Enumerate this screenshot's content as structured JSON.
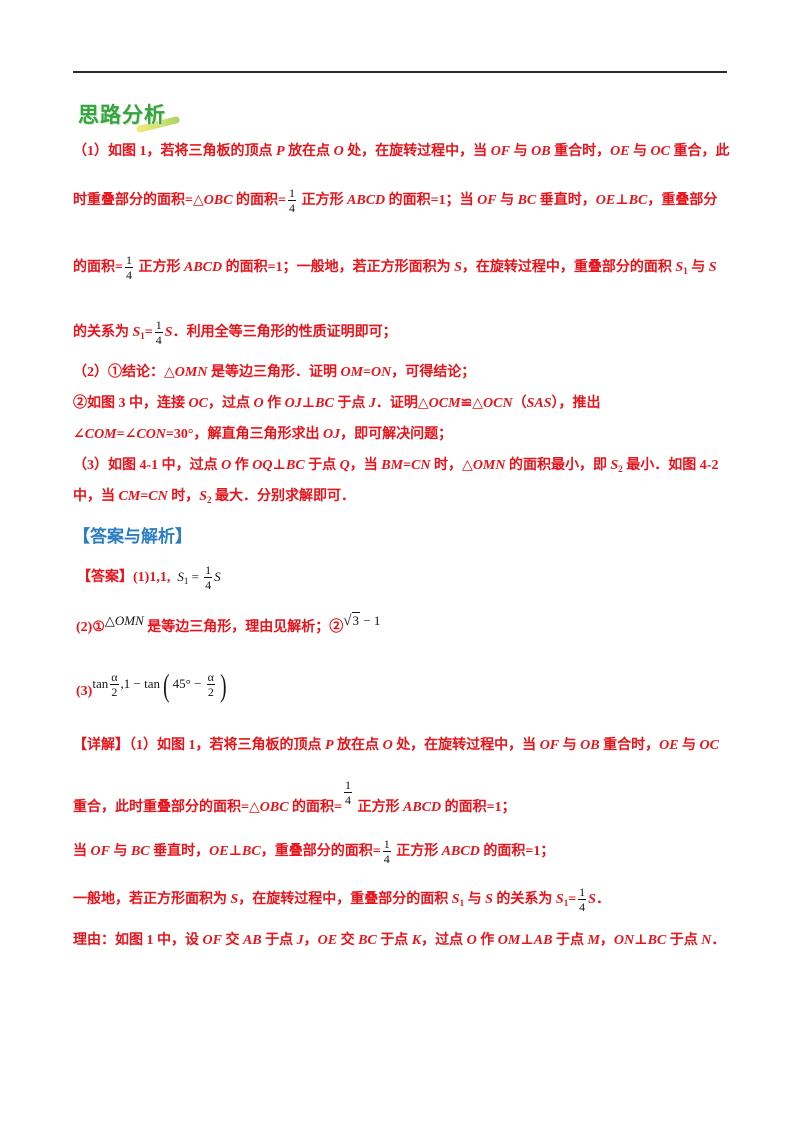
{
  "analysis_badge": "思路分析",
  "colors": {
    "text_red": "#e8141b",
    "heading_blue": "#2a7ec1",
    "badge_green": "#35a246"
  },
  "analysis": {
    "lines": [
      [
        {
          "text": "（1）如图 1，若将三角板的顶点 "
        },
        {
          "italic": "P"
        },
        {
          "text": " 放在点 "
        },
        {
          "italic": "O"
        },
        {
          "text": " 处，在旋转过程中，当 "
        },
        {
          "italic": "OF"
        },
        {
          "text": " 与 "
        },
        {
          "italic": "OB"
        },
        {
          "text": " 重合时，"
        },
        {
          "italic": "OE"
        },
        {
          "text": " 与 "
        },
        {
          "italic": "OC"
        },
        {
          "text": " 重合，此"
        }
      ],
      [
        {
          "text": "时重叠部分的面积=△"
        },
        {
          "italic": "OBC"
        },
        {
          "text": " 的面积="
        },
        {
          "frac": [
            "1",
            "4"
          ]
        },
        {
          "text": " 正方形 "
        },
        {
          "italic": "ABCD"
        },
        {
          "text": " 的面积=1；当 "
        },
        {
          "italic": "OF"
        },
        {
          "text": " 与 "
        },
        {
          "italic": "BC"
        },
        {
          "text": " 垂直时，"
        },
        {
          "italic": "OE"
        },
        {
          "text": "⊥"
        },
        {
          "italic": "BC"
        },
        {
          "text": "，重叠部分"
        }
      ],
      [
        {
          "text": "的面积="
        },
        {
          "frac": [
            "1",
            "4"
          ]
        },
        {
          "text": " 正方形 "
        },
        {
          "italic": "ABCD"
        },
        {
          "text": " 的面积=1；一般地，若正方形面积为 "
        },
        {
          "italic": "S"
        },
        {
          "text": "，在旋转过程中，重叠部分的面积 "
        },
        {
          "italic": "S"
        },
        {
          "sub": "1"
        },
        {
          "text": " 与 "
        },
        {
          "italic": "S"
        }
      ],
      [
        {
          "text": "的关系为 "
        },
        {
          "italic": "S"
        },
        {
          "sub": "1"
        },
        {
          "text": "="
        },
        {
          "frac": [
            "1",
            "4"
          ]
        },
        {
          "italic": "S"
        },
        {
          "text": "．利用全等三角形的性质证明即可；"
        }
      ],
      [
        {
          "text": "（2）①结论：△"
        },
        {
          "italic": "OMN"
        },
        {
          "text": " 是等边三角形．证明 "
        },
        {
          "italic": "OM"
        },
        {
          "text": "="
        },
        {
          "italic": "ON"
        },
        {
          "text": "，可得结论；"
        }
      ],
      [
        {
          "text": "②如图 3 中，连接 "
        },
        {
          "italic": "OC"
        },
        {
          "text": "，过点 "
        },
        {
          "italic": "O"
        },
        {
          "text": " 作 "
        },
        {
          "italic": "OJ"
        },
        {
          "text": "⊥"
        },
        {
          "italic": "BC"
        },
        {
          "text": " 于点 "
        },
        {
          "italic": "J"
        },
        {
          "text": "．证明△"
        },
        {
          "italic": "OCM"
        },
        {
          "text": "≌△"
        },
        {
          "italic": "OCN"
        },
        {
          "text": "（"
        },
        {
          "italic": "SAS"
        },
        {
          "text": "），推出"
        }
      ],
      [
        {
          "text": "∠"
        },
        {
          "italic": "COM"
        },
        {
          "text": "=∠"
        },
        {
          "italic": "CON"
        },
        {
          "text": "=30°，解直角三角形求出 "
        },
        {
          "italic": "OJ"
        },
        {
          "text": "，即可解决问题；"
        }
      ],
      [
        {
          "text": "（3）如图 4-1 中，过点 "
        },
        {
          "italic": "O"
        },
        {
          "text": " 作 "
        },
        {
          "italic": "OQ"
        },
        {
          "text": "⊥"
        },
        {
          "italic": "BC"
        },
        {
          "text": " 于点 "
        },
        {
          "italic": "Q"
        },
        {
          "text": "，当 "
        },
        {
          "italic": "BM"
        },
        {
          "text": "="
        },
        {
          "italic": "CN"
        },
        {
          "text": " 时，△"
        },
        {
          "italic": "OMN"
        },
        {
          "text": " 的面积最小，即 "
        },
        {
          "italic": "S"
        },
        {
          "sub": "2"
        },
        {
          "text": " 最小．如图 4-2"
        }
      ],
      [
        {
          "text": "中，当 "
        },
        {
          "italic": "CM"
        },
        {
          "text": "="
        },
        {
          "italic": "CN"
        },
        {
          "text": " 时，"
        },
        {
          "italic": "S"
        },
        {
          "sub": "2"
        },
        {
          "text": " 最大．分别求解即可．"
        }
      ]
    ]
  },
  "answer_heading": "【答案与解析】",
  "answer": {
    "lines": [
      [
        {
          "text": "【答案】(1)1,1,  "
        },
        {
          "math": "S"
        },
        {
          "msub": "1"
        },
        {
          "math_up": " = "
        },
        {
          "frac": [
            "1",
            "4"
          ]
        },
        {
          "math": "S"
        }
      ],
      [
        {
          "text": "(2)①"
        },
        {
          "math_up": "△"
        },
        {
          "math": "OMN"
        },
        {
          "text": " 是等边三角形，理由见解析；②"
        },
        {
          "sqrt": "3"
        },
        {
          "math_up": " − 1"
        }
      ],
      [
        {
          "text": "(3)"
        },
        {
          "math_up": "tan"
        },
        {
          "frac": [
            "α",
            "2"
          ]
        },
        {
          "math_up": ",1 − tan"
        },
        {
          "big": "("
        },
        {
          "math_up": "45° − "
        },
        {
          "frac": [
            "α",
            "2"
          ]
        },
        {
          "big": ")"
        }
      ]
    ]
  },
  "detail": {
    "lines": [
      [
        {
          "text": "【详解】（1）如图 1，若将三角板的顶点 "
        },
        {
          "italic": "P"
        },
        {
          "text": " 放在点 "
        },
        {
          "italic": "O"
        },
        {
          "text": " 处，在旋转过程中，当 "
        },
        {
          "italic": "OF"
        },
        {
          "text": " 与 "
        },
        {
          "italic": "OB"
        },
        {
          "text": " 重合时，"
        },
        {
          "italic": "OE"
        },
        {
          "text": " 与 "
        },
        {
          "italic": "OC"
        }
      ],
      [
        {
          "text": "重合，此时重叠部分的面积=△"
        },
        {
          "italic": "OBC"
        },
        {
          "text": " 的面积="
        },
        {
          "frac_up": [
            "1",
            "4"
          ]
        },
        {
          "text": " 正方形 "
        },
        {
          "italic": "ABCD"
        },
        {
          "text": " 的面积=1；"
        }
      ],
      [
        {
          "text": "当 "
        },
        {
          "italic": "OF"
        },
        {
          "text": " 与 "
        },
        {
          "italic": "BC"
        },
        {
          "text": " 垂直时，"
        },
        {
          "italic": "OE"
        },
        {
          "text": "⊥"
        },
        {
          "italic": "BC"
        },
        {
          "text": "，重叠部分的面积="
        },
        {
          "frac": [
            "1",
            "4"
          ]
        },
        {
          "text": " 正方形 "
        },
        {
          "italic": "ABCD"
        },
        {
          "text": " 的面积=1；"
        }
      ],
      [
        {
          "text": "一般地，若正方形面积为 "
        },
        {
          "italic": "S"
        },
        {
          "text": "，在旋转过程中，重叠部分的面积 "
        },
        {
          "italic": "S"
        },
        {
          "sub": "1"
        },
        {
          "text": " 与 "
        },
        {
          "italic": "S"
        },
        {
          "text": " 的关系为 "
        },
        {
          "italic": "S"
        },
        {
          "sub": "1"
        },
        {
          "text": "="
        },
        {
          "frac": [
            "1",
            "4"
          ]
        },
        {
          "italic": "S"
        },
        {
          "text": "．"
        }
      ],
      [
        {
          "text": "理由：如图 1 中，设 "
        },
        {
          "italic": "OF"
        },
        {
          "text": " 交 "
        },
        {
          "italic": "AB"
        },
        {
          "text": " 于点 "
        },
        {
          "italic": "J"
        },
        {
          "text": "，"
        },
        {
          "italic": "OE"
        },
        {
          "text": " 交 "
        },
        {
          "italic": "BC"
        },
        {
          "text": " 于点 "
        },
        {
          "italic": "K"
        },
        {
          "text": "，过点 "
        },
        {
          "italic": "O"
        },
        {
          "text": " 作 "
        },
        {
          "italic": "OM"
        },
        {
          "text": "⊥"
        },
        {
          "italic": "AB"
        },
        {
          "text": " 于点 "
        },
        {
          "italic": "M"
        },
        {
          "text": "，"
        },
        {
          "italic": "ON"
        },
        {
          "text": "⊥"
        },
        {
          "italic": "BC"
        },
        {
          "text": " 于点 "
        },
        {
          "italic": "N"
        },
        {
          "text": "．"
        }
      ]
    ]
  }
}
